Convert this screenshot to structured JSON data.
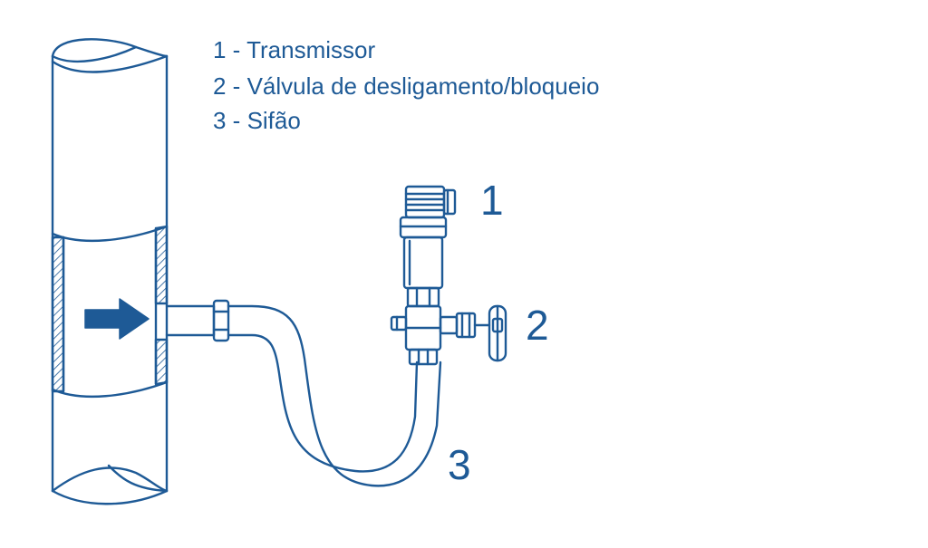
{
  "legend": [
    "1 - Transmissor",
    "2 - Válvula de desligamento/bloqueio",
    "3 - Sifão"
  ],
  "callouts": {
    "transmitter": "1",
    "valve": "2",
    "siphon": "3"
  },
  "colors": {
    "ink": "#1e5a96",
    "fill": "#ffffff",
    "hatch": "#1e5a96",
    "background": "#ffffff"
  },
  "icons": {
    "flow_arrow": "flow-direction-arrow"
  }
}
